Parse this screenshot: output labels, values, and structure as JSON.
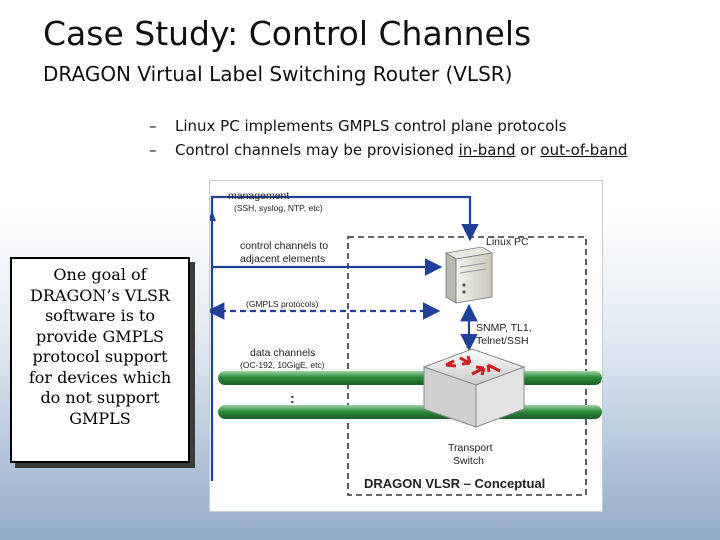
{
  "slide": {
    "title": "Case Study: Control Channels",
    "subtitle": "DRAGON Virtual Label Switching Router (VLSR)",
    "bullets": [
      {
        "dash": "–",
        "text": "Linux PC implements GMPLS control plane protocols"
      },
      {
        "dash": "–",
        "text_pre": "Control channels may be provisioned ",
        "link1": "in-band",
        "text_mid": " or ",
        "link2": "out-of-band"
      }
    ],
    "callout_lines": [
      "One goal of",
      "DRAGON’s VLSR",
      "software is to",
      "provide GMPLS",
      "protocol support",
      "for devices which",
      "do not support",
      "GMPLS"
    ]
  },
  "diagram": {
    "management": "management",
    "management_sub": "(SSH, syslog, NTP, etc)",
    "control_1": "control channels to",
    "control_2": "adjacent elements",
    "gmpls": "(GMPLS protocols)",
    "data_1": "data channels",
    "data_2": "(OC-192, 10GigE, etc)",
    "linux_pc": "Linux PC",
    "snmp_1": "SNMP, TL1,",
    "snmp_2": "Telnet/SSH",
    "transport_1": "Transport",
    "transport_2": "Switch",
    "caption": "DRAGON VLSR – Conceptual",
    "colors": {
      "channel_green": "#2e8b3c",
      "arrow_blue": "#1f3f99",
      "switch_red": "#cc1f1f"
    }
  }
}
